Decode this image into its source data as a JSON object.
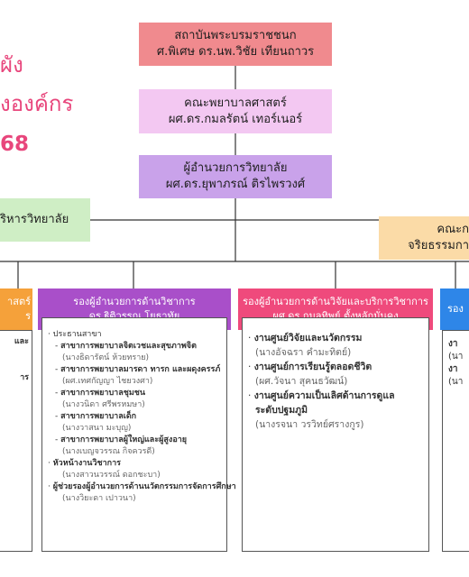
{
  "title_fragments": {
    "line1": "ผัง",
    "line2": "งองค์กร",
    "line3": "68"
  },
  "top_box": {
    "line1": "สถาบันพระบรมราชชนก",
    "line2": "ศ.พิเศษ ดร.นพ.วิชัย เทียนถาวร",
    "color": "#f08a8e"
  },
  "dean_box": {
    "line1": "คณะพยาบาลศาสตร์",
    "line2": "ผศ.ดร.กมลรัตน์ เทอร์เนอร์",
    "color": "#f3c8f2"
  },
  "director_box": {
    "line1": "ผู้อำนวยการวิทยาลัย",
    "line2": "ผศ.ดร.ยุพาภรณ์ ติรไพรวงศ์",
    "color": "#c9a2ea"
  },
  "left_mid_box": {
    "text": "ริหารวิทยาลัย",
    "color": "#cfeec5"
  },
  "right_mid_box": {
    "line1": "คณะก",
    "line2": "จริยธรรมกา",
    "color": "#fbdba7"
  },
  "columns": {
    "left_partial": {
      "line1": "าสตร์",
      "line2": "ร",
      "color": "#f5a13a",
      "body_frag1": "และ",
      "body_frag2": "าร"
    },
    "academic": {
      "head_line1": "รองผู้อำนวยการด้านวิชาการ",
      "head_line2": "ดร.ฐิติวรรณ โยธาทัย",
      "color": "#a94fc9",
      "items": [
        {
          "bullet": "·",
          "text": "ประธานสาขา",
          "level": 0
        },
        {
          "bullet": "-",
          "text": "สาขาการพยาบาลจิตเวชและสุขภาพจิต",
          "level": 1,
          "bold": true
        },
        {
          "bullet": "",
          "text": "(นางธิดารัตน์ ห้วยทราย)",
          "level": 2
        },
        {
          "bullet": "-",
          "text": "สาขาการพยาบาลมารดา ทารก และผดุงครรภ์",
          "level": 1,
          "bold": true
        },
        {
          "bullet": "",
          "text": "(ผศ.เทศกัญญา ไชยวงศา)",
          "level": 2
        },
        {
          "bullet": "-",
          "text": "สาขาการพยาบาลชุมชน",
          "level": 1,
          "bold": true
        },
        {
          "bullet": "",
          "text": "(นางวนิดา ศรีพรหมษา)",
          "level": 2
        },
        {
          "bullet": "-",
          "text": "สาขาการพยาบาลเด็ก",
          "level": 1,
          "bold": true
        },
        {
          "bullet": "",
          "text": "(นางวาสนา มะบุญ)",
          "level": 2
        },
        {
          "bullet": "-",
          "text": "สาขาการพยาบาลผู้ใหญ่และผู้สูงอายุ",
          "level": 1,
          "bold": true
        },
        {
          "bullet": "",
          "text": "(นางเบญจวรรณ กิจควรดี)",
          "level": 2
        },
        {
          "bullet": "·",
          "text": "หัวหน้างานวิชาการ",
          "level": 0,
          "bold": true
        },
        {
          "bullet": "",
          "text": "(นางสาวนวรรณ์ ดอกชะบา)",
          "level": 2
        },
        {
          "bullet": "·",
          "text": "ผู้ช่วยรองผู้อำนวยการด้านนวัตกรรมการจัดการศึกษา",
          "level": 0,
          "bold": true
        },
        {
          "bullet": "",
          "text": "(นางวิยะดา เปาวนา)",
          "level": 2
        }
      ]
    },
    "research": {
      "head_line1": "รองผู้อำนวยการด้านวิจัยและบริการวิชาการ",
      "head_line2": "ผศ.ดร.กมลทิพย์ ตั้งหลักมั่นคง",
      "color": "#ef4a7c",
      "items": [
        {
          "bullet": "·",
          "text": "งานศูนย์วิจัยและนวัตกรรม",
          "bold": true
        },
        {
          "bullet": "",
          "text": "(นางอัจฉรา คำมะทิตย์)"
        },
        {
          "bullet": "·",
          "text": "งานศูนย์การเรียนรู้ตลอดชีวิต",
          "bold": true
        },
        {
          "bullet": "",
          "text": "(ผศ.วัจนา สุคนธวัฒน์)"
        },
        {
          "bullet": "·",
          "text": "งานศูนย์ความเป็นเลิศด้านการดูแล",
          "bold": true
        },
        {
          "bullet": "",
          "text": "ระดับปฐมภูมิ",
          "bold": true
        },
        {
          "bullet": "",
          "text": "(นางรจนา วรวิทย์ศรางกูร)"
        }
      ]
    },
    "right_partial": {
      "head": "รอง",
      "color": "#2e86e8",
      "body_frag1": "งา",
      "body_frag2": "(นา",
      "body_frag3": "งา",
      "body_frag4": "(นา"
    }
  }
}
